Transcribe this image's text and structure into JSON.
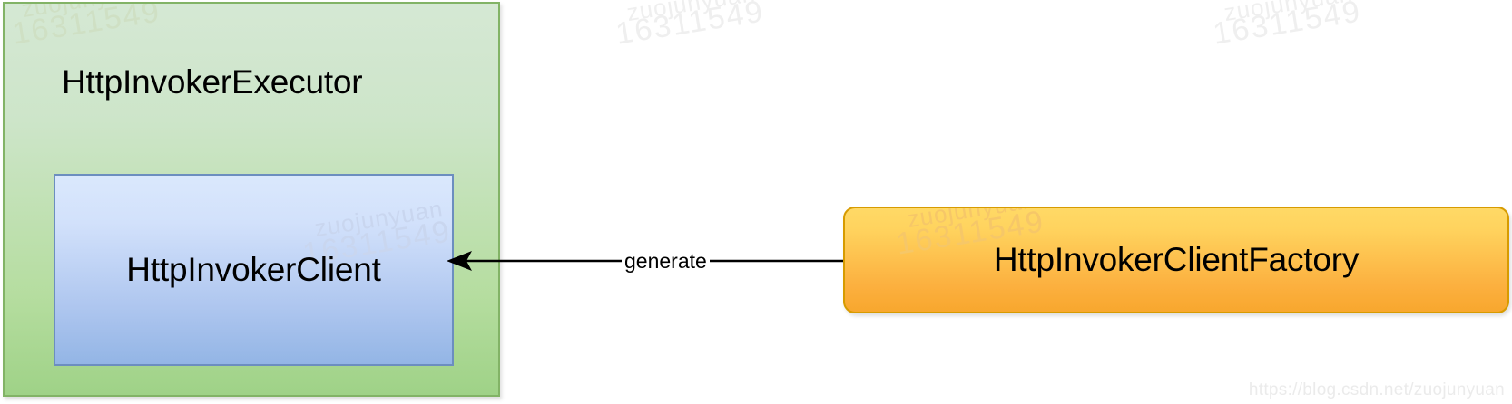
{
  "diagram": {
    "title_hidden": "",
    "nodes": [
      {
        "id": "executor",
        "label": "HttpInvokerExecutor",
        "shape": "rectangle",
        "fill": "#d5e8d4",
        "stroke": "#82b366"
      },
      {
        "id": "client",
        "label": "HttpInvokerClient",
        "shape": "rectangle",
        "fill": "#dae8fc",
        "stroke": "#6c8ebf"
      },
      {
        "id": "factory",
        "label": "HttpInvokerClientFactory",
        "shape": "rounded-rectangle",
        "fill": "#ffd966",
        "stroke": "#d79b00"
      }
    ],
    "edges": [
      {
        "id": "generate-edge",
        "label": "generate",
        "from": "factory",
        "to": "client",
        "direction": "left",
        "stroke": "#000000"
      }
    ]
  },
  "watermarks": {
    "username": "zuojunyuan",
    "user_id": "16311549",
    "url": "https://blog.csdn.net/zuojunyuan"
  }
}
